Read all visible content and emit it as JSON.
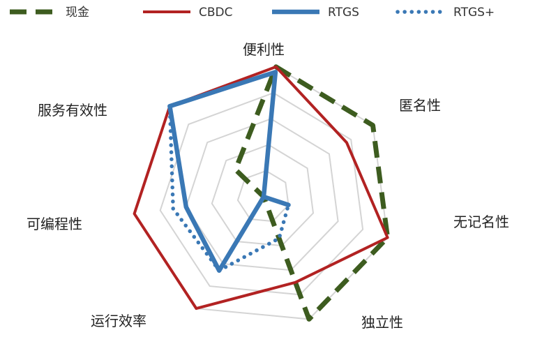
{
  "chart_data": {
    "type": "radar",
    "title": "",
    "axes": [
      "便利性",
      "匿名性",
      "无记名性",
      "独立性",
      "运行效率",
      "可编程性",
      "服务有效性"
    ],
    "scale": {
      "min": 0,
      "max": 5,
      "rings": 5
    },
    "grid": true,
    "legend_position": "top",
    "series": [
      {
        "name": "现金",
        "color": "#3d5c1f",
        "style": "dashed",
        "values": [
          5,
          5,
          5,
          5,
          0,
          0,
          1.5
        ]
      },
      {
        "name": "CBDC",
        "color": "#b22222",
        "style": "solid",
        "values": [
          5,
          3.8,
          5,
          3.5,
          5,
          5,
          5
        ]
      },
      {
        "name": "RTGS",
        "color": "#3a78b5",
        "style": "solid",
        "values": [
          4.8,
          0,
          1,
          0,
          3.3,
          3,
          5
        ]
      },
      {
        "name": "RTGS+",
        "color": "#3a78b5",
        "style": "dotted",
        "values": [
          4.8,
          0,
          1,
          1.7,
          3.3,
          3.5,
          5
        ]
      }
    ]
  }
}
